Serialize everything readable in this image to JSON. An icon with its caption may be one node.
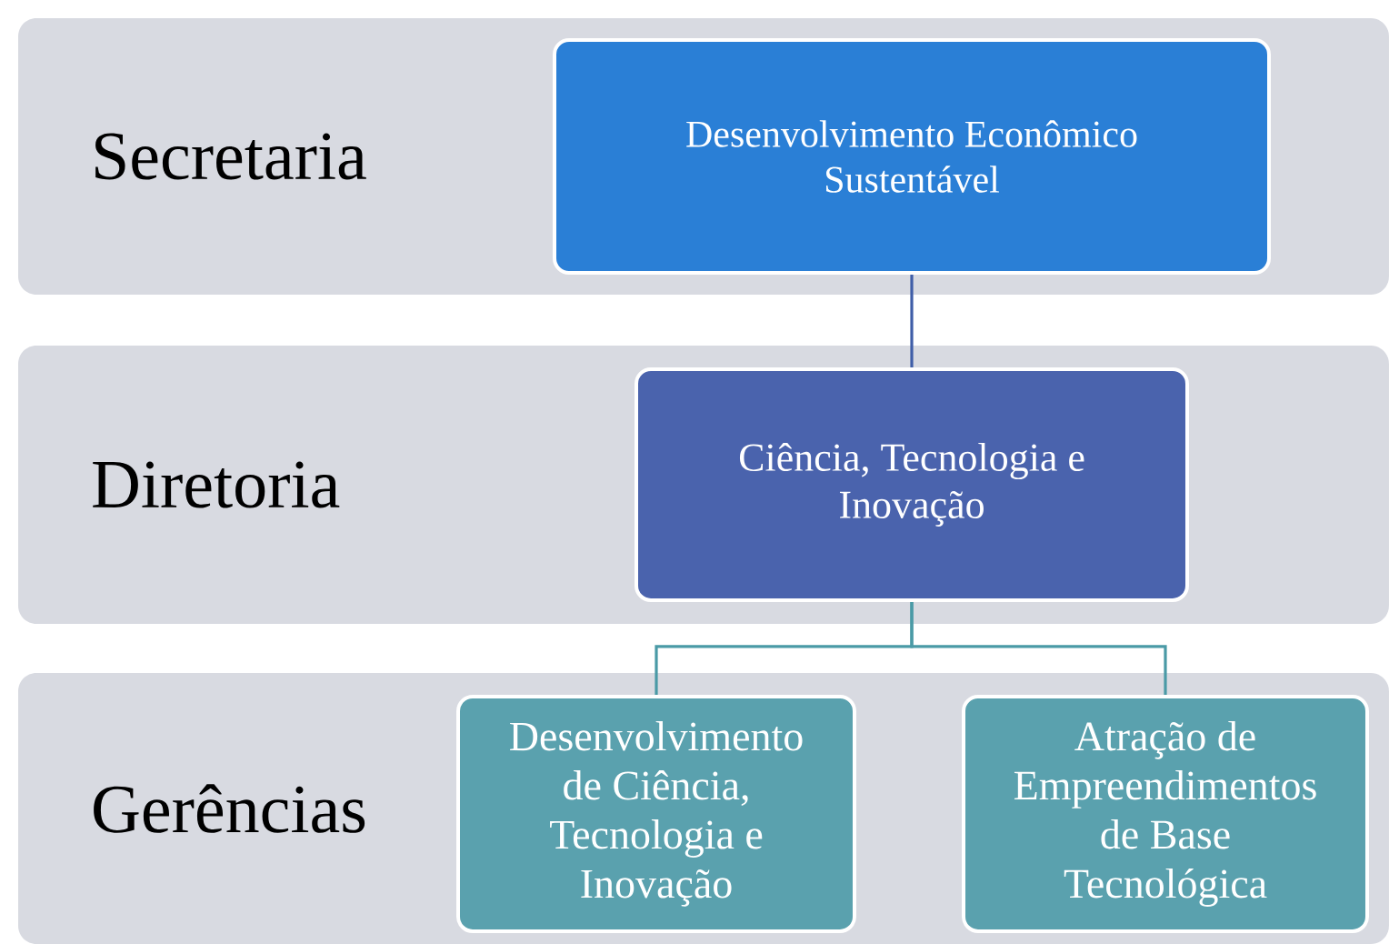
{
  "diagram": {
    "nodes": [
      {
        "text": [
          "Secretaria"
        ]
      },
      {
        "text": [
          "Desenvolvimento Econômico Sustentável"
        ],
        "in": 0
      },
      {
        "text": [
          "Diretoria"
        ]
      },
      {
        "text": [
          "Ciência, Tecnologia e Inovação"
        ],
        "in": 2
      },
      {
        "text": [
          "Gerências"
        ]
      },
      {
        "text": [
          "Desenvolvimento de Ciência, Tecnologia e Inovação"
        ],
        "in": 4
      },
      {
        "text": [
          "Atração de Empreendimentos de Base Tecnológica"
        ],
        "in": 4
      }
    ],
    "edges": [
      {
        "from": 1,
        "to": 3,
        "arrow": "none",
        "color": "#3f5ea8"
      },
      {
        "from": 3,
        "to": 5,
        "arrow": "none"
      },
      {
        "from": 3,
        "to": 6,
        "arrow": "none"
      }
    ]
  }
}
